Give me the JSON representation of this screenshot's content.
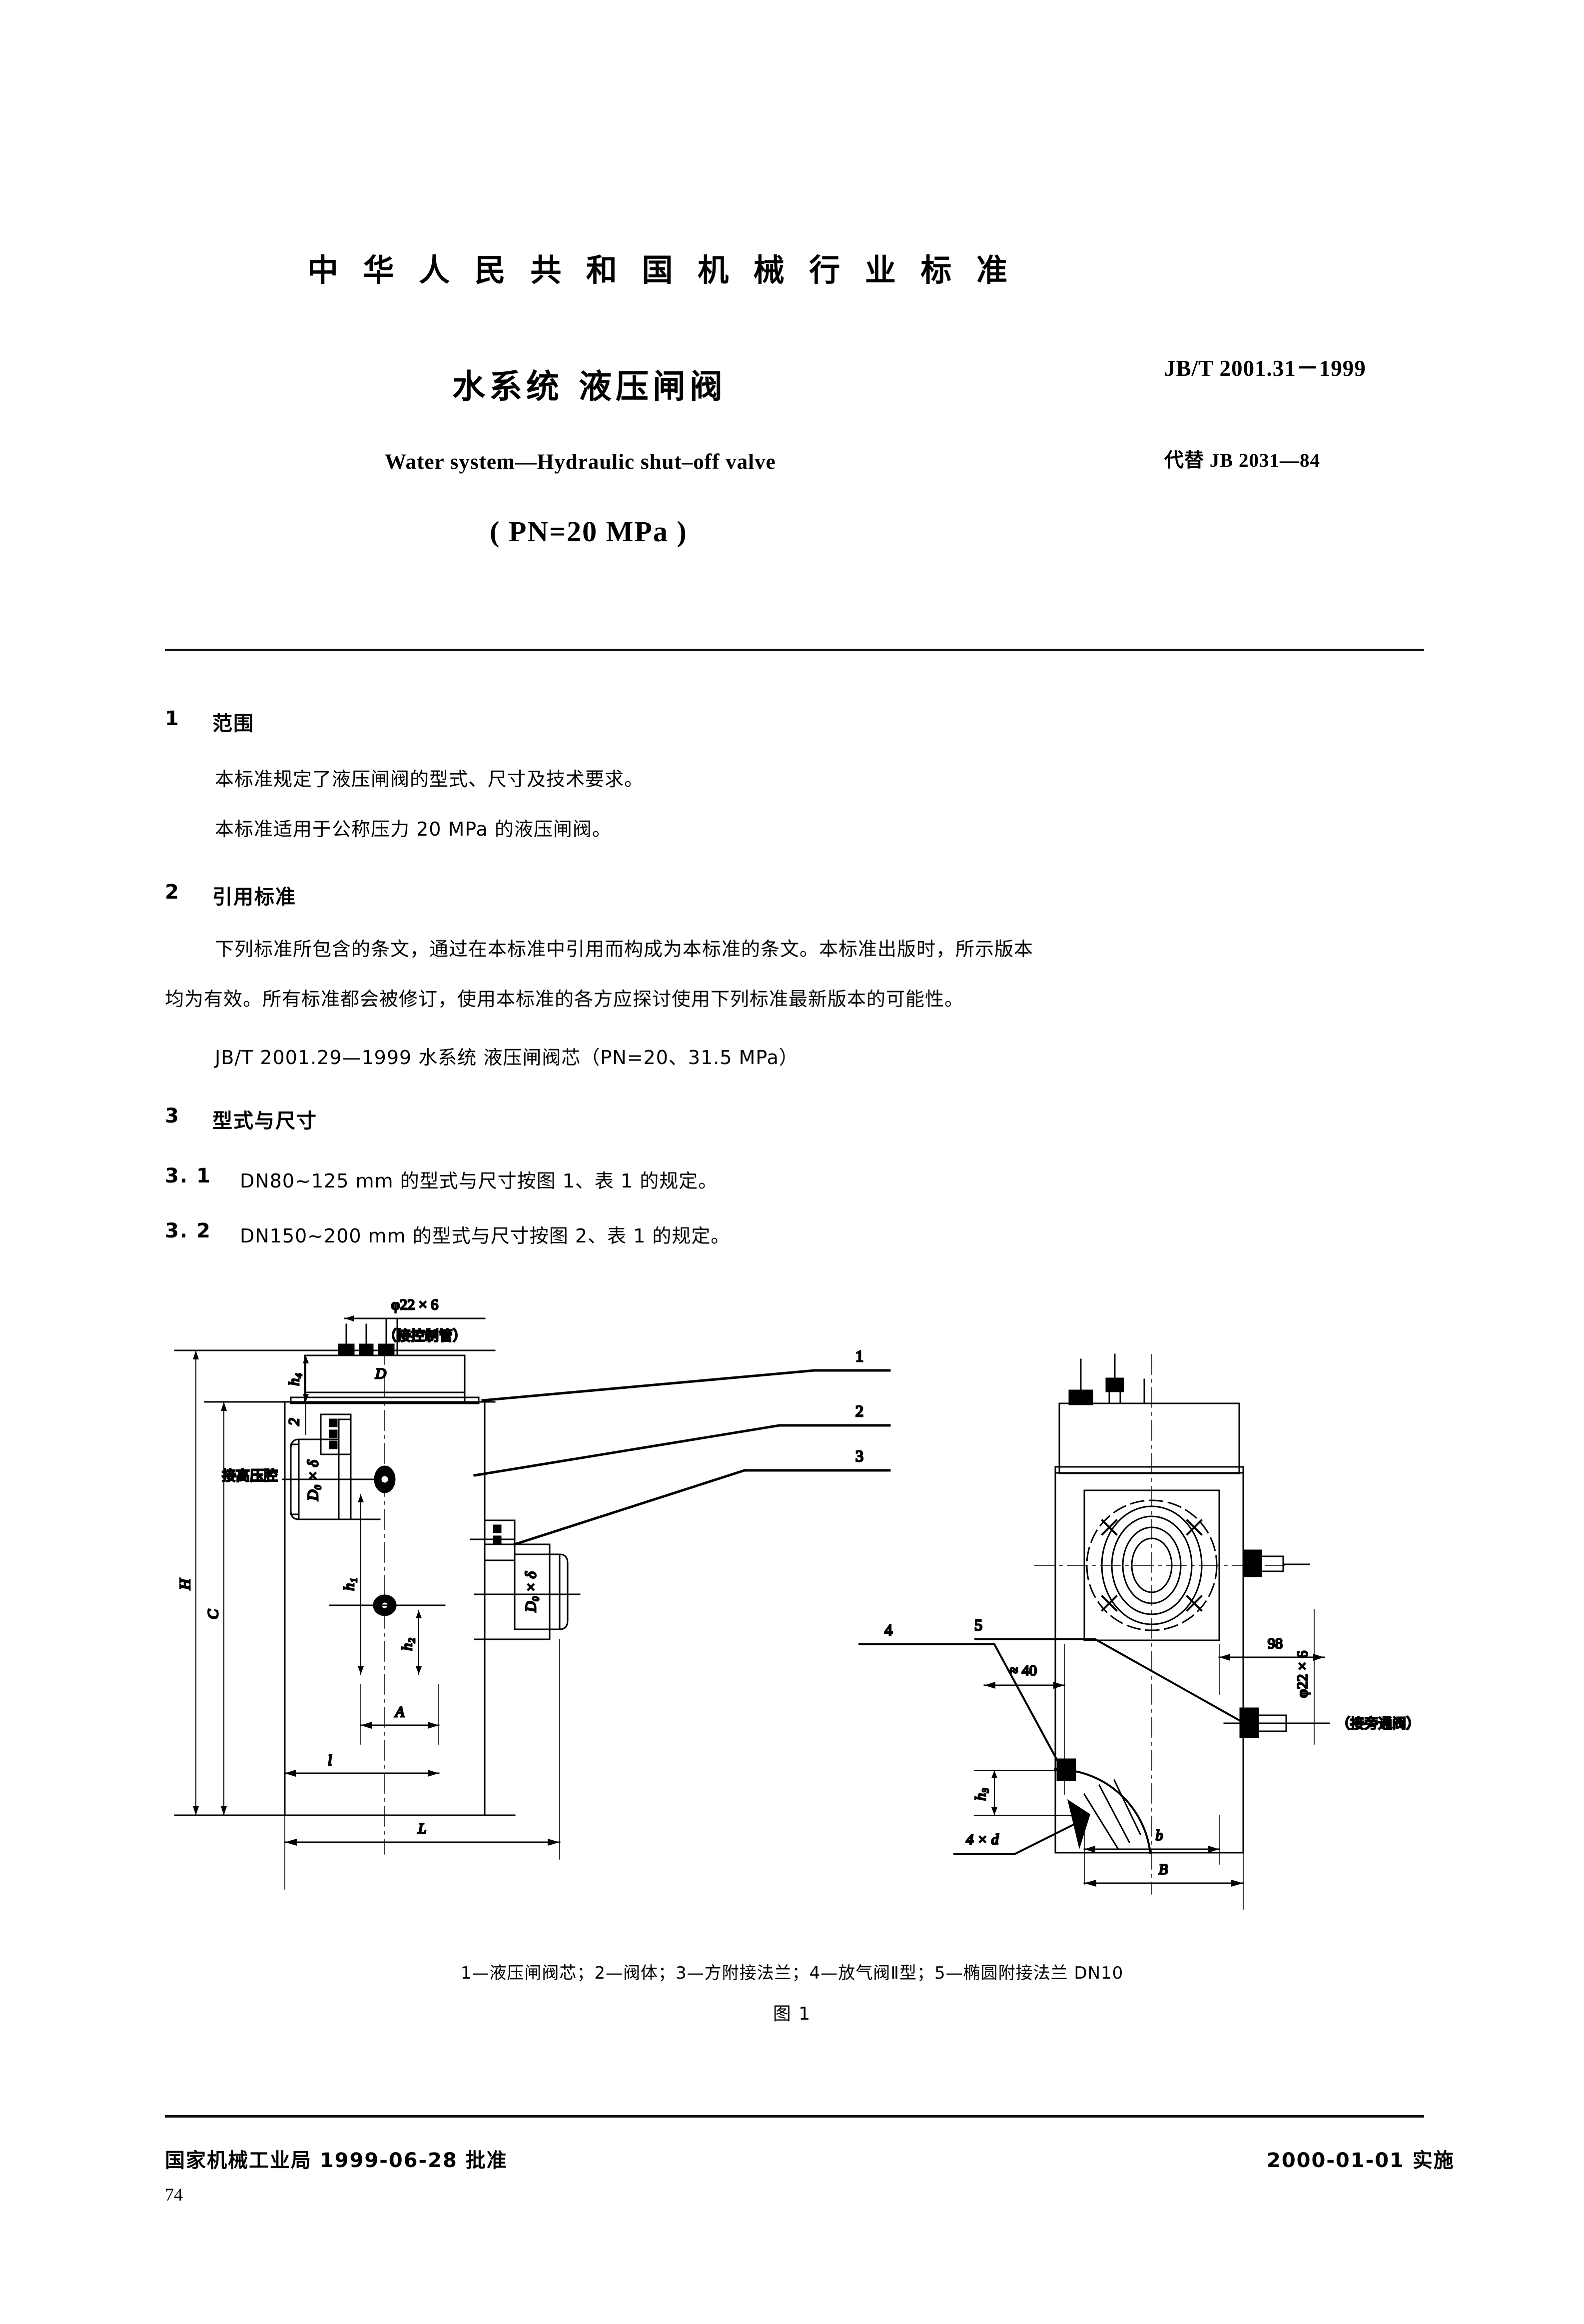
{
  "header": {
    "authority_cn": "中 华 人 民 共 和 国 机 械 行 业 标 准",
    "title_cn": "水系统   液压闸阀",
    "title_en": "Water system—Hydraulic shut–off valve",
    "title_pn": "( PN=20 MPa )",
    "standard_no": "JB/T  2001.31－1999",
    "supersedes": "代替 JB 2031—84"
  },
  "sections": {
    "s1_no": "1",
    "s1_title": "范围",
    "s1_p1": "本标准规定了液压闸阀的型式、尺寸及技术要求。",
    "s1_p2": "本标准适用于公称压力 20 MPa 的液压闸阀。",
    "s2_no": "2",
    "s2_title": "引用标准",
    "s2_p1": "下列标准所包含的条文，通过在本标准中引用而构成为本标准的条文。本标准出版时，所示版本",
    "s2_p2": "均为有效。所有标准都会被修订，使用本标准的各方应探讨使用下列标准最新版本的可能性。",
    "s2_ref": "JB/T  2001.29—1999   水系统   液压闸阀芯（PN=20、31.5 MPa）",
    "s3_no": "3",
    "s3_title": "型式与尺寸",
    "s3_1_no": "3. 1",
    "s3_1_text": "DN80~125 mm 的型式与尺寸按图 1、表 1 的规定。",
    "s3_2_no": "3. 2",
    "s3_2_text": "DN150~200 mm 的型式与尺寸按图 2、表 1 的规定。"
  },
  "figure": {
    "caption": "1—液压闸阀芯；2—阀体；3—方附接法兰；4—放气阀Ⅱ型；5—椭圆附接法兰 DN10",
    "number": "图 1",
    "labels": {
      "top_port": "φ22 × 6",
      "top_port_note": "（接控制管）",
      "side_port": "φ22 × 6",
      "side_port_note": "（接旁通阀）",
      "high_pressure_note": "接高压腔",
      "flange_spec_left": "D₀ × δ",
      "flange_spec_right": "D₀ × δ",
      "dim_D": "D",
      "dim_H": "H",
      "dim_C": "C",
      "dim_h1": "h₁",
      "dim_h2": "h₂",
      "dim_h3": "h₃",
      "dim_h4": "h₄",
      "dim_l": "l",
      "dim_A": "A",
      "dim_L": "L",
      "dim_b": "b",
      "dim_B": "B",
      "dim_4xd": "4 × d",
      "dim_98": "98",
      "dim_approx40": "≈ 40",
      "dim_2": "2",
      "leader_1": "1",
      "leader_2": "2",
      "leader_3": "3",
      "leader_4": "4",
      "leader_5": "5"
    }
  },
  "footer": {
    "approval": "国家机械工业局 1999-06-28 批准",
    "effective": "2000-01-01 实施",
    "page_number": "74"
  }
}
